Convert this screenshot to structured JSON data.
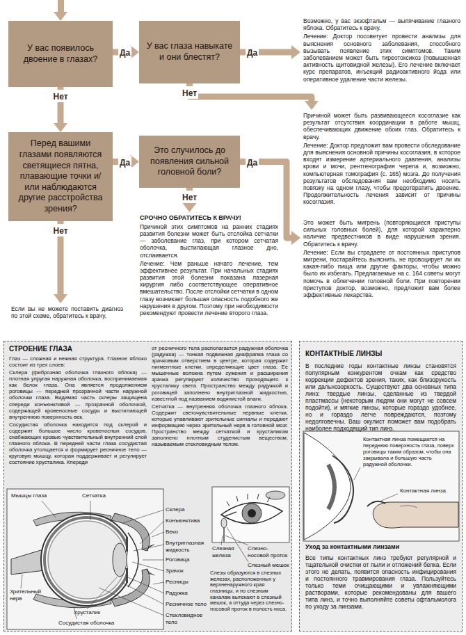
{
  "diagram": {
    "nodes": [
      {
        "text": [
          "У вас появилось двоение в глазах?"
        ]
      },
      {
        "text": [
          "У вас глаза навыкате и они блестят?"
        ]
      },
      {
        "text": [
          "Возможно, у вас экзофтальм — выпячивание глазного яблока. Обратитесь к врачу.",
          "Лечение: Доктор посоветует провести анализы для выяснения основного заболевания, способного вызывать появление этих симптомов. Таким заболеванием может быть тиреотоксикоз (повышенная активность щитовидной железы). Его лечение включает курс препаратов, инъекций радиоактивного йода или оперативное удаление части железы."
        ]
      },
      {
        "text": [
          "Причиной может быть развивающееся косоглазие как результат отсутствия координации в работе мышц, обеспечивающих движение обоих глаз. Обратитесь к врачу.",
          "Лечение: Доктор предложит вам провести обследование для выяснения основной причины косоглазия, в которое входят измерение артериального давления, анализы крови и мочи, рентгенография черепа и, возможно, компьютерная томография (с. 165) мозга. До получения результатов обследования вам необходимо носить повязку на одном глазу, чтобы предотвратить двоение. Продолжительность лечения зависит от причины косоглазия."
        ]
      },
      {
        "text": [
          "Перед вашими глазами появляются светящиеся пятна, плавающие точки и/или наблюдаются другие расстройства зрения?"
        ]
      },
      {
        "text": [
          "Это случилось до появления сильной головной боли?"
        ]
      },
      {
        "text": [
          "СРОЧНО ОБРАТИТЕСЬ К ВРАЧУ!",
          "Причиной этих симптомов на ранних стадиях развития болезни может быть отслойка сетчатки — заболевание глаз, при котором сетчатая оболочка, выстилающая глазное дно, отслаивается.",
          "Лечение: Чем раньше начато лечение, тем эффективнее результат. При начальных стадиях развития этой болезни показана лазерная хирургия либо соответствующее оперативное вмешательство. После отслойки сетчатки в одном глазу возникает большая опасность подобного же нарушения в другом. Поэтому при необходимости рекомендуют провести лечение второго глаза."
        ]
      },
      {
        "text": [
          "Это может быть мигрень (повторяющиеся приступы сильных головных болей), для которой характерно наличие предвестников в виде нарушения зрения. Обратитесь к врачу.",
          "Лечение: Если вы страдаете от постоянных приступов мигрени, постарайтесь выяснить, не провоцирует ли их какая-либо пища или другие факторы, чтобы можно было их избегать. Предлагаемые на с. 164 советы могут помочь в облегчении головной боли. При повторении приступов доктор, возможно, предложит вам более эффективные лекарства."
        ]
      },
      {
        "text": [
          "Если вы не можете поставить диагноз по этой схеме, обратитесь к врачу."
        ]
      },
      {
        "text": [
          "СТРОЕНИЕ ГЛАЗА",
          "Глаз — сложная и нежная структура. Глазное яблоко состоит из трех слоев:",
          "Склера (фиброзная оболочка глазного яблока) — плотная упругая наружная оболочка, воспринимаемая как белок глаза. Она является продолжением роговицы — передней прозрачной части наружной оболочки глаза. Видимая часть склеры защищена спереди конъюнктивой — прозрачной оболочкой, содержащей кровеносные сосуды и выстилающей внутреннюю поверхность век.",
          "Сосудистая оболочка находится под склерой и содержит большое число кровеносных сосудов, снабжающих кровью чувствительный внутренний слой глазного яблока. В передней части глаза сосудистая оболочка утолщается и формирует ресничное тело — круговую мышцу, которая поддерживает и регулирует состояние хрусталика. Кпереди",
          "от ресничного тела располагается радужная оболочка (радужка) — тонкая подвижная диафрагма глаза со зрачковым отверстием в центре, которая содержит пигментные клетки, определяющие цвет глаза. Ее мышечные волокна путем сужения и расширения зрачка регулируют количество проходящего к хрусталику света. Пространство между радужкой и роговицей заполнено внутриглазной жидкостью, известной под названием водянистой влаги.",
          "Сетчатка — внутренняя оболочка глазного яблока. Содержит светочувствительные нервные клетки, которые улавливают зрительные сигналы и передают информацию через зрительный нерв в головной мозг. Пространство между сетчаткой и хрусталиком заполнено плотным студенистым веществом, называемым стекловидным телом."
        ]
      },
      {
        "text": [
          "КОНТАКТНЫЕ ЛИНЗЫ",
          "В последние годы контактные линзы становятся популярным конкурентом очкам как средство коррекции дефектов зрения, таких, как близорукость или дальнозоркость. Существуют два основных типа линз: твердые линзы, сделанные из твердой пластмассы (некоторым людям они могут не совсем подойти), и мягкие линзы, которые гораздо удобнее, но и гораздо легче повреждаются, поэтому недолговечны. Ваш окулист поможет вам подобрать наиболее подходящий тип линз.",
          "Уход за контактными линзами",
          "Все типы контактных линз требуют регулярной и тщательной очистки от пыли и отложений белка. Если этого не делать, появится опасность инфицирования и постоянного травмирования глаза. Пользуйтесь только теми очищающими и увлажняющими растворами, которые рекомендованы для вашего типа линз, и точно выполняйте советы офтальмолога по уходу за линзами."
        ]
      }
    ],
    "edges": [
      {
        "from": 0,
        "to": 1,
        "label": "Да",
        "arrow": "to"
      },
      {
        "from": 1,
        "to": 2,
        "label": "Да",
        "arrow": "to"
      },
      {
        "from": 1,
        "to": 3,
        "label": "Нет",
        "arrow": "to"
      },
      {
        "from": 0,
        "to": 4,
        "label": "Нет",
        "arrow": "to"
      },
      {
        "from": 4,
        "to": 5,
        "label": "Да",
        "arrow": "to"
      },
      {
        "from": 5,
        "to": 7,
        "label": "Да",
        "arrow": "to"
      },
      {
        "from": 5,
        "to": 6,
        "label": "Нет",
        "arrow": "to"
      },
      {
        "from": 4,
        "to": 8,
        "label": "Нет",
        "arrow": "to"
      }
    ],
    "labels": [
      "Мышцы глаза",
      "Сетчатка",
      "Склера",
      "Конъюнктива",
      "Веко",
      "Внутриглазная жидкость",
      "Роговица",
      "Зрачок",
      "Ресницы",
      "Радужка",
      "Ресничное тело",
      "Стекловидное тело",
      "Зрительный нерв",
      "Хрусталик",
      "Сосудистая оболочка",
      "Слезная железа",
      "Слезно-носовой проток",
      "Слезный мешок",
      "Слезы образуются в слезных железах, расположенных у верхненаружного края глазницы, и по слезным каналам вытекают в слезный мешок, а оттуда через слезно-носовой проток в полость носа.",
      "Контактная линза помещается на переднюю поверхность глаза, поверх роговицы таким образом, чтобы она закрывала и большую часть радужной оболочки.",
      "Контактная линза"
    ]
  }
}
